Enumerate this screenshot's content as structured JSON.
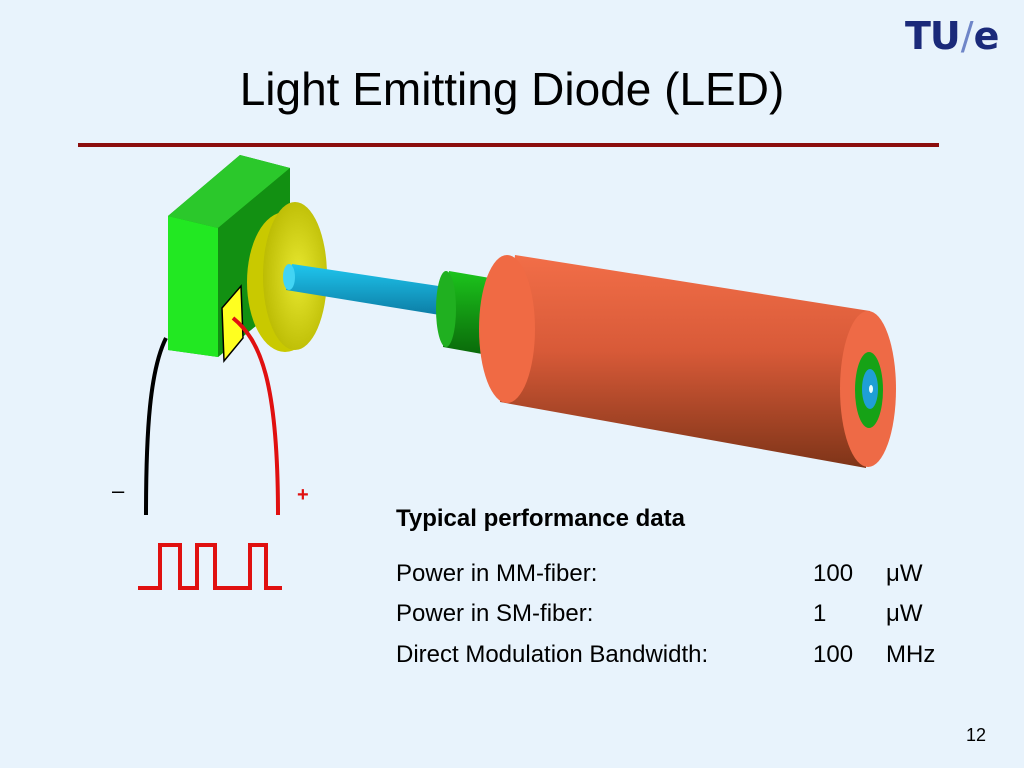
{
  "logo": {
    "tu": "TU",
    "slash": "/",
    "e": "e"
  },
  "title": "Light Emitting Diode (LED)",
  "diagram": {
    "minus_label": "–",
    "plus_label": "+"
  },
  "performance": {
    "heading": "Typical performance data",
    "rows": [
      {
        "label": "Power in MM-fiber:",
        "value": "100",
        "unit": "μW"
      },
      {
        "label": "Power in SM-fiber:",
        "value": "1",
        "unit": "μW"
      },
      {
        "label": "Direct Modulation Bandwidth:",
        "value": "100",
        "unit": "MHz"
      }
    ]
  },
  "page_number": "12",
  "colors": {
    "background": "#e8f3fc",
    "title_rule": "#8b0d0d",
    "led_body": "#22c022",
    "lens": "#d8d810",
    "fiber_core": "#20b8e0",
    "fiber_jacket": "#e06040",
    "wire_plus": "#e01010",
    "wire_minus": "#000000"
  }
}
